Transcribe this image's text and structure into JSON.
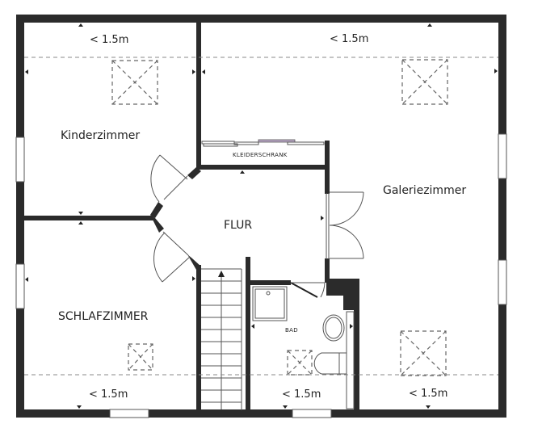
{
  "plan": {
    "rooms": {
      "kinderzimmer": "Kinderzimmer",
      "galeriezimmer": "Galeriezimmer",
      "flur": "FLUR",
      "schlafzimmer": "SCHLAFZIMMER",
      "bad": "BAD",
      "kleiderschrank": "KLEIDERSCHRANK"
    },
    "height_labels": {
      "top_left": "< 1.5m",
      "top_right": "< 1.5m",
      "bottom_left": "< 1.5m",
      "bottom_middle": "< 1.5m",
      "bottom_right": "< 1.5m"
    },
    "colors": {
      "wall": "#2b2b2b",
      "line": "#555555",
      "background": "#ffffff"
    }
  }
}
